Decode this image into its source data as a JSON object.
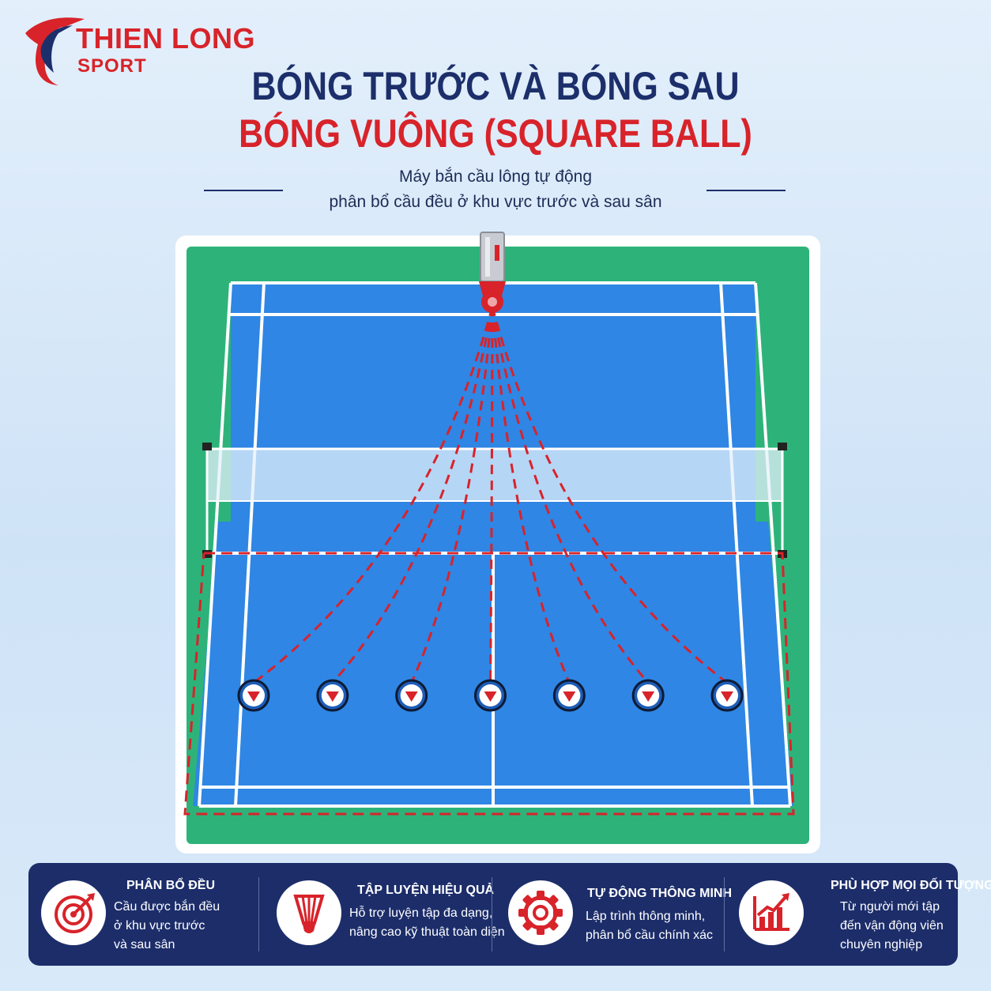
{
  "brand": {
    "name": "THIEN LONG",
    "sub": "SPORT",
    "color": "#d8232a"
  },
  "title": {
    "line1": "BÓNG TRƯỚC VÀ BÓNG SAU",
    "line2": "BÓNG VUÔNG (SQUARE BALL)"
  },
  "subtitle": {
    "line1": "Máy bắn cầu lông tự động",
    "line2": "phân bổ cầu đều ở khu vực trước và sau sân"
  },
  "court": {
    "outer_color": "#2db37a",
    "inner_color": "#2f86e4",
    "line_color": "#ffffff",
    "trajectory_color": "#d8232a",
    "target_count": 7,
    "target_icon": "red-triangle-target-icon",
    "machine_icon": "shuttlecock-launcher-icon"
  },
  "features": [
    {
      "icon": "target-icon",
      "title": "PHÂN BỔ ĐỀU",
      "lines": [
        "Cầu được bắn đều",
        "ở khu vực trước",
        "và sau sân"
      ]
    },
    {
      "icon": "shuttlecock-icon",
      "title": "TẬP LUYỆN HIỆU QUẢ",
      "lines": [
        "Hỗ trợ luyện tập đa dạng,",
        "nâng cao kỹ thuật toàn diện"
      ]
    },
    {
      "icon": "gear-icon",
      "title": "TỰ ĐỘNG THÔNG MINH",
      "lines": [
        "Lập trình thông minh,",
        "phân bổ cầu chính xác"
      ]
    },
    {
      "icon": "growth-chart-icon",
      "title": "PHÙ HỢP MỌI ĐỐI TƯỢNG",
      "lines": [
        "Từ người mới tập",
        "đến vận động viên",
        "chuyên nghiệp"
      ]
    }
  ]
}
